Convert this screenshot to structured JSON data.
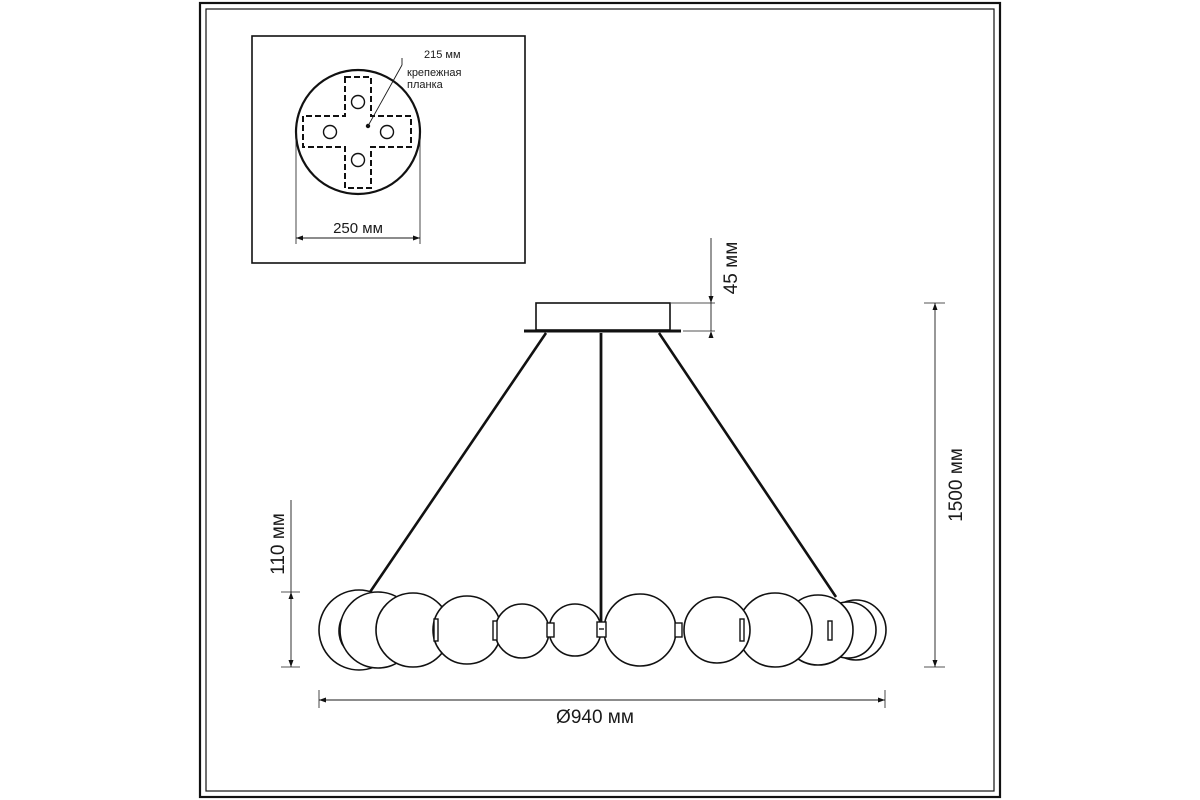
{
  "top_view": {
    "bracket_width_label": "215 мм",
    "bracket_name_line1": "крепежная",
    "bracket_name_line2": "планка",
    "canopy_diameter_label": "250 мм"
  },
  "front_view": {
    "canopy_height_label": "45 мм",
    "total_height_label": "1500 мм",
    "ring_height_label": "110 мм",
    "ring_diameter_label": "Ø940 мм"
  }
}
